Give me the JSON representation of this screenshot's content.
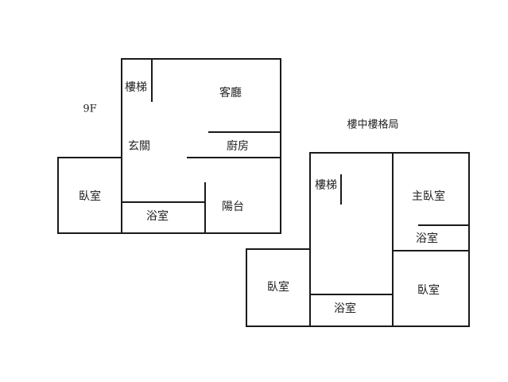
{
  "floor_9f": {
    "title": "9F",
    "rooms": {
      "stairs": "樓梯",
      "living_room": "客廳",
      "entrance": "玄關",
      "kitchen": "廚房",
      "bedroom": "臥室",
      "bathroom": "浴室",
      "balcony": "陽台"
    }
  },
  "mezzanine": {
    "title": "樓中樓格局",
    "rooms": {
      "stairs": "樓梯",
      "master_bedroom": "主臥室",
      "master_bathroom": "浴室",
      "bedroom_left": "臥室",
      "bathroom": "浴室",
      "bedroom_right": "臥室"
    }
  }
}
